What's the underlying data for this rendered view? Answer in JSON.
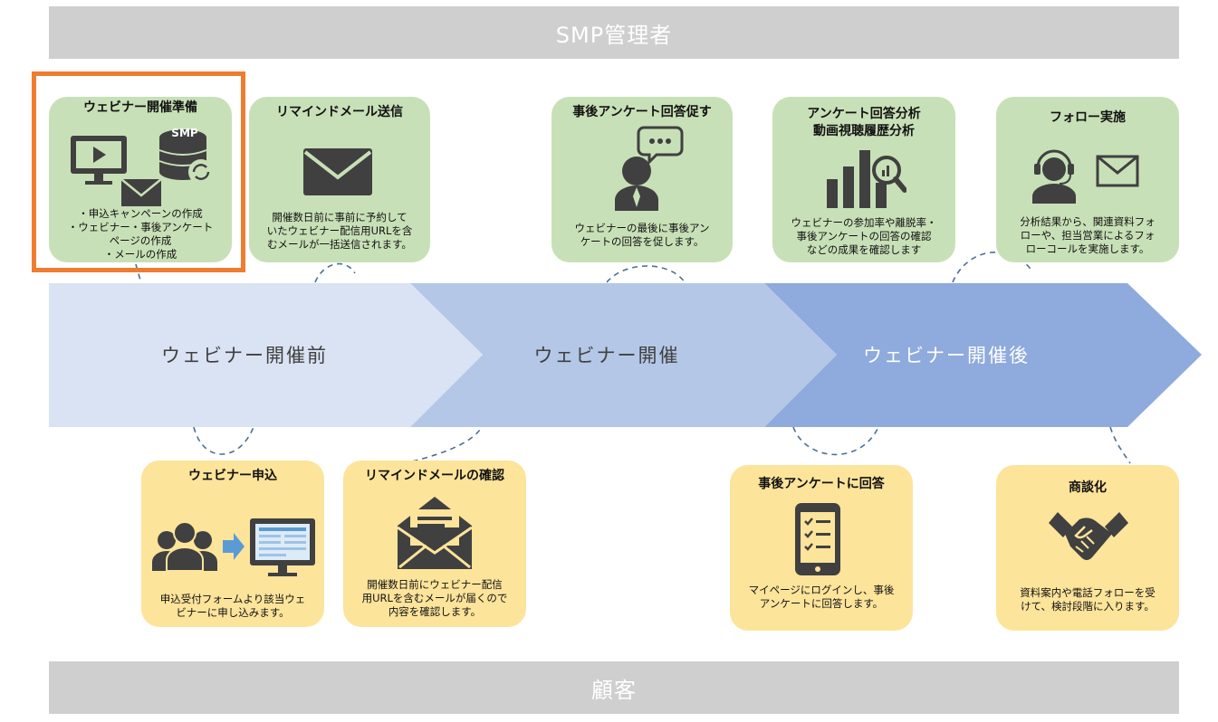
{
  "header": {
    "admin_label": "SMP管理者"
  },
  "footer": {
    "customer_label": "顧客"
  },
  "phases": [
    {
      "label": "ウェビナー開催前",
      "color": "#dae3f3"
    },
    {
      "label": "ウェビナー開催",
      "color": "#b4c7e7"
    },
    {
      "label": "ウェビナー開催後",
      "color": "#8faadc"
    }
  ],
  "admin_steps": [
    {
      "title": "ウェビナー開催準備",
      "icon": "monitor-database-mail-icon",
      "badge": "SMP",
      "desc": [
        "・申込キャンペーンの作成",
        "・ウェビナー・事後アンケート",
        "ページの作成",
        "・メールの作成"
      ],
      "highlighted": true
    },
    {
      "title": "リマインドメール送信",
      "icon": "envelope-icon",
      "desc": [
        "開催数日前に事前に予約して",
        "いたウェビナー配信用URLを含",
        "むメールが一括送信されます。"
      ]
    },
    {
      "title": "事後アンケート回答促す",
      "icon": "person-speech-icon",
      "desc": [
        "ウェビナーの最後に事後アン",
        "ケートの回答を促します。"
      ]
    },
    {
      "title_lines": [
        "アンケート回答分析",
        "動画視聴履歴分析"
      ],
      "icon": "bar-chart-magnifier-icon",
      "desc": [
        "ウェビナーの参加率や離脱率・",
        "事後アンケートの回答の確認",
        "などの成果を確認します"
      ]
    },
    {
      "title": "フォロー実施",
      "icon": "headset-operator-mail-icon",
      "desc": [
        "分析結果から、関連資料フォ",
        "ローや、担当営業によるフォ",
        "ローコールを実施します。"
      ]
    }
  ],
  "customer_steps": [
    {
      "title": "ウェビナー申込",
      "icon": "users-form-icon",
      "desc": [
        "申込受付フォームより該当ウェ",
        "ビナーに申し込みます。"
      ]
    },
    {
      "title": "リマインドメールの確認",
      "icon": "open-envelope-icon",
      "desc": [
        "開催数日前にウェビナー配信",
        "用URLを含むメールが届くので",
        "内容を確認します。"
      ]
    },
    {
      "title": "事後アンケートに回答",
      "icon": "smartphone-checklist-icon",
      "desc": [
        "マイページにログインし、事後",
        "アンケートに回答します。"
      ]
    },
    {
      "title": "商談化",
      "icon": "handshake-icon",
      "desc": [
        "資料案内や電話フォローを受",
        "けて、検討段階に入ります。"
      ]
    }
  ],
  "colors": {
    "admin_card": "#c8e0b7",
    "customer_card": "#fde49b",
    "band": "#d0cfcf",
    "highlight": "#ef7d31",
    "icon": "#404040",
    "connector": "#4a6f96"
  }
}
